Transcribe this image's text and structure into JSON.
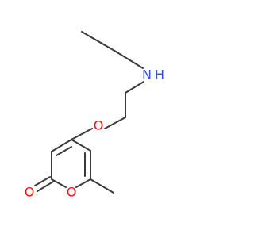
{
  "molecule": {
    "colors": {
      "bond": "#3a3a3a",
      "carbon": "#3a3a3a",
      "oxygen": "#ff0d0d",
      "nitrogen": "#3050f8",
      "background": "#ffffff"
    },
    "labels": {
      "amine": "N",
      "amine_h": "H",
      "ether_o": "O",
      "ring_o": "O",
      "carbonyl_o": "O"
    }
  }
}
